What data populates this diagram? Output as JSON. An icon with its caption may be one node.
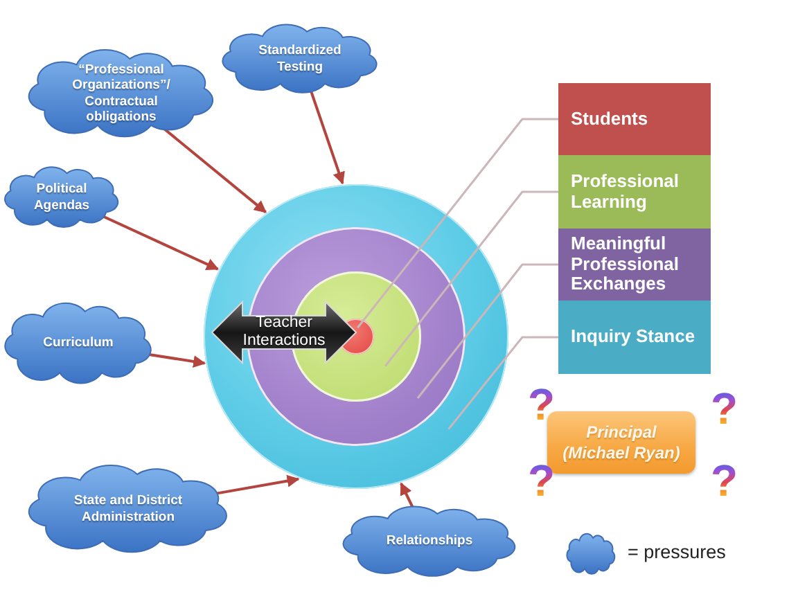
{
  "diagram": {
    "nodes": [
      {
        "text": [
          "“Professional Organizations”/ Contractual obligations"
        ]
      },
      {
        "text": [
          "Standardized Testing"
        ]
      },
      {
        "text": [
          "Political Agendas"
        ]
      },
      {
        "text": [
          "Curriculum"
        ]
      },
      {
        "text": [
          "State and District Administration"
        ]
      },
      {
        "text": [
          "Relationships"
        ]
      },
      {
        "text": [],
        "shape": "circle"
      },
      {
        "text": [],
        "shape": "circle",
        "in": 6
      },
      {
        "text": [],
        "shape": "circle",
        "in": 7
      },
      {
        "text": [],
        "shape": "circle",
        "in": 8
      },
      {
        "text": [
          "Teacher Interactions"
        ],
        "in": 6
      },
      {
        "text": [
          "Students"
        ]
      },
      {
        "text": [
          "Professional Learning"
        ]
      },
      {
        "text": [
          "Meaningful Professional Exchanges"
        ]
      },
      {
        "text": [
          "Inquiry Stance"
        ]
      },
      {
        "text": [
          "Principal (Michael Ryan)"
        ]
      }
    ],
    "edges": [
      {
        "from": 0,
        "to": 6,
        "arrow": "to"
      },
      {
        "from": 1,
        "to": 6,
        "arrow": "to"
      },
      {
        "from": 2,
        "to": 6,
        "arrow": "to"
      },
      {
        "from": 3,
        "to": 6,
        "arrow": "to"
      },
      {
        "from": 4,
        "to": 6,
        "arrow": "to"
      },
      {
        "from": 5,
        "to": 6,
        "arrow": "to"
      },
      {
        "from": 11,
        "to": 9,
        "arrow": "none",
        "color": "#cbb6b9"
      },
      {
        "from": 12,
        "to": 8,
        "arrow": "none",
        "color": "#cbb6b9"
      },
      {
        "from": 13,
        "to": 7,
        "arrow": "none",
        "color": "#cbb6b9"
      },
      {
        "from": 14,
        "to": 6,
        "arrow": "none",
        "color": "#cbb6b9"
      }
    ],
    "labels": [
      "?",
      "?",
      "?",
      "?"
    ],
    "legend": [
      {
        "text": "= pressures"
      }
    ]
  }
}
